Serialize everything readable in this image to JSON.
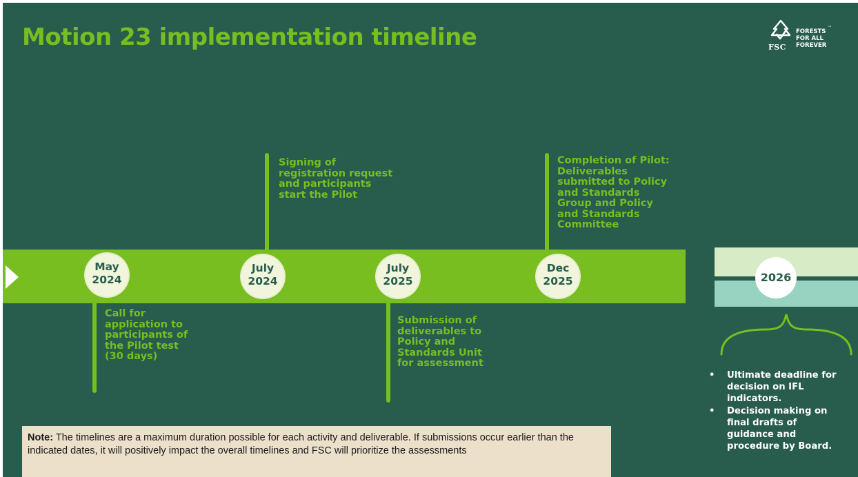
{
  "title": "Motion 23 implementation timeline",
  "logo": {
    "mark": "FSC",
    "tagline": [
      "FORESTS",
      "FOR ALL",
      "FOREVER"
    ],
    "trademark": "™",
    "icon": "tree-checkmark-icon"
  },
  "milestones": [
    {
      "date_line1": "May",
      "date_line2": "2024",
      "description": [
        "Call for",
        "application to",
        "participants of",
        "the Pilot test",
        "(30 days)"
      ]
    },
    {
      "date_line1": "July",
      "date_line2": "2024",
      "description": [
        "Signing of",
        "registration request",
        "and participants",
        "start the Pilot"
      ]
    },
    {
      "date_line1": "July",
      "date_line2": "2025",
      "description": [
        "Submission of",
        "deliverables to",
        "Policy and",
        "Standards Unit",
        "for assessment"
      ]
    },
    {
      "date_line1": "Dec",
      "date_line2": "2025",
      "description": [
        "Completion of Pilot:",
        "Deliverables",
        "submitted to Policy",
        "and Standards",
        "Group  and Policy",
        "and Standards",
        "Committee"
      ]
    }
  ],
  "final": {
    "year": "2026",
    "bullets": [
      [
        "Ultimate deadline for",
        "decision on IFL",
        "indicators."
      ],
      [
        "Decision making on",
        "final drafts of",
        "guidance and",
        "procedure by Board."
      ]
    ]
  },
  "note": {
    "label": "Note:",
    "text": " The timelines are a maximum duration possible for each activity and deliverable. If submissions occur earlier than the indicated dates, it will positively impact the overall timelines and FSC will prioritize the assessments"
  },
  "colors": {
    "background": "#285c4d",
    "accent_green": "#78be20",
    "circle_fill": "#f0f5dc",
    "light_green_band": "#d6ebc6",
    "teal_band": "#98d2c1",
    "note_bg": "#ece0cb"
  }
}
